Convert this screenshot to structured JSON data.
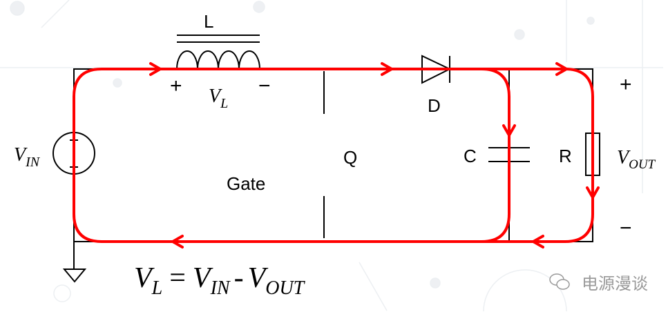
{
  "labels": {
    "inductor": "L",
    "inductor_voltage_main": "V",
    "inductor_voltage_sub": "L",
    "inductor_plus": "+",
    "inductor_minus": "−",
    "source_main": "V",
    "source_sub": "IN",
    "gate": "Gate",
    "switch": "Q",
    "diode": "D",
    "capacitor": "C",
    "resistor": "R",
    "output_main": "V",
    "output_sub": "OUT",
    "output_plus": "+",
    "output_minus": "−"
  },
  "equation": {
    "lhs_main": "V",
    "lhs_sub": "L",
    "equals": "=",
    "t1_main": "V",
    "t1_sub": "IN",
    "minus": "-",
    "t2_main": "V",
    "t2_sub": "OUT"
  },
  "watermark": "电源漫谈",
  "colors": {
    "current_loop": "#ff0000",
    "wire": "#000000",
    "background_pattern": "#eceff2"
  }
}
